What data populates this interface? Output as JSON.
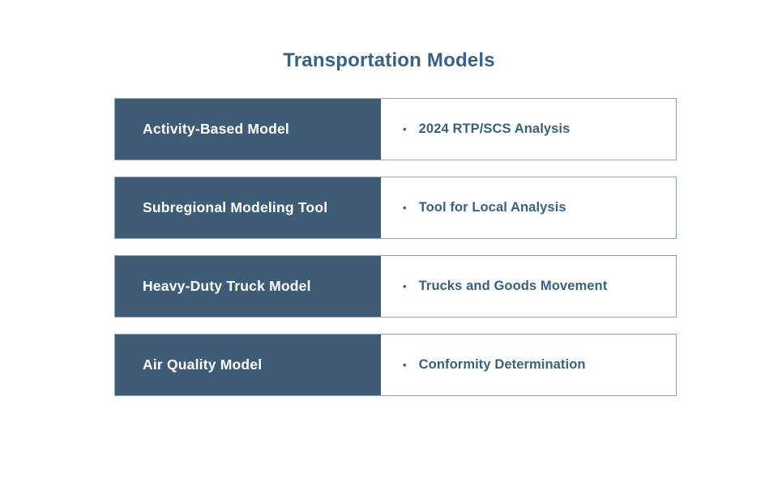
{
  "slide": {
    "title": "Transportation Models"
  },
  "colors": {
    "dark_cell_fill": "#3E5C75",
    "row_border": "#8FA5B9",
    "title_text": "#376285",
    "detail_text": "#38617F",
    "label_text": "#FFFFFF",
    "background": "#FFFFFF"
  },
  "rows": [
    {
      "label": "Activity-Based Model",
      "bullet": "•",
      "detail": "2024 RTP/SCS Analysis"
    },
    {
      "label": "Subregional Modeling Tool",
      "bullet": "•",
      "detail": "Tool for Local Analysis"
    },
    {
      "label": "Heavy-Duty Truck Model",
      "bullet": "•",
      "detail": "Trucks and Goods Movement"
    },
    {
      "label": "Air Quality Model",
      "bullet": "•",
      "detail": "Conformity Determination"
    }
  ]
}
